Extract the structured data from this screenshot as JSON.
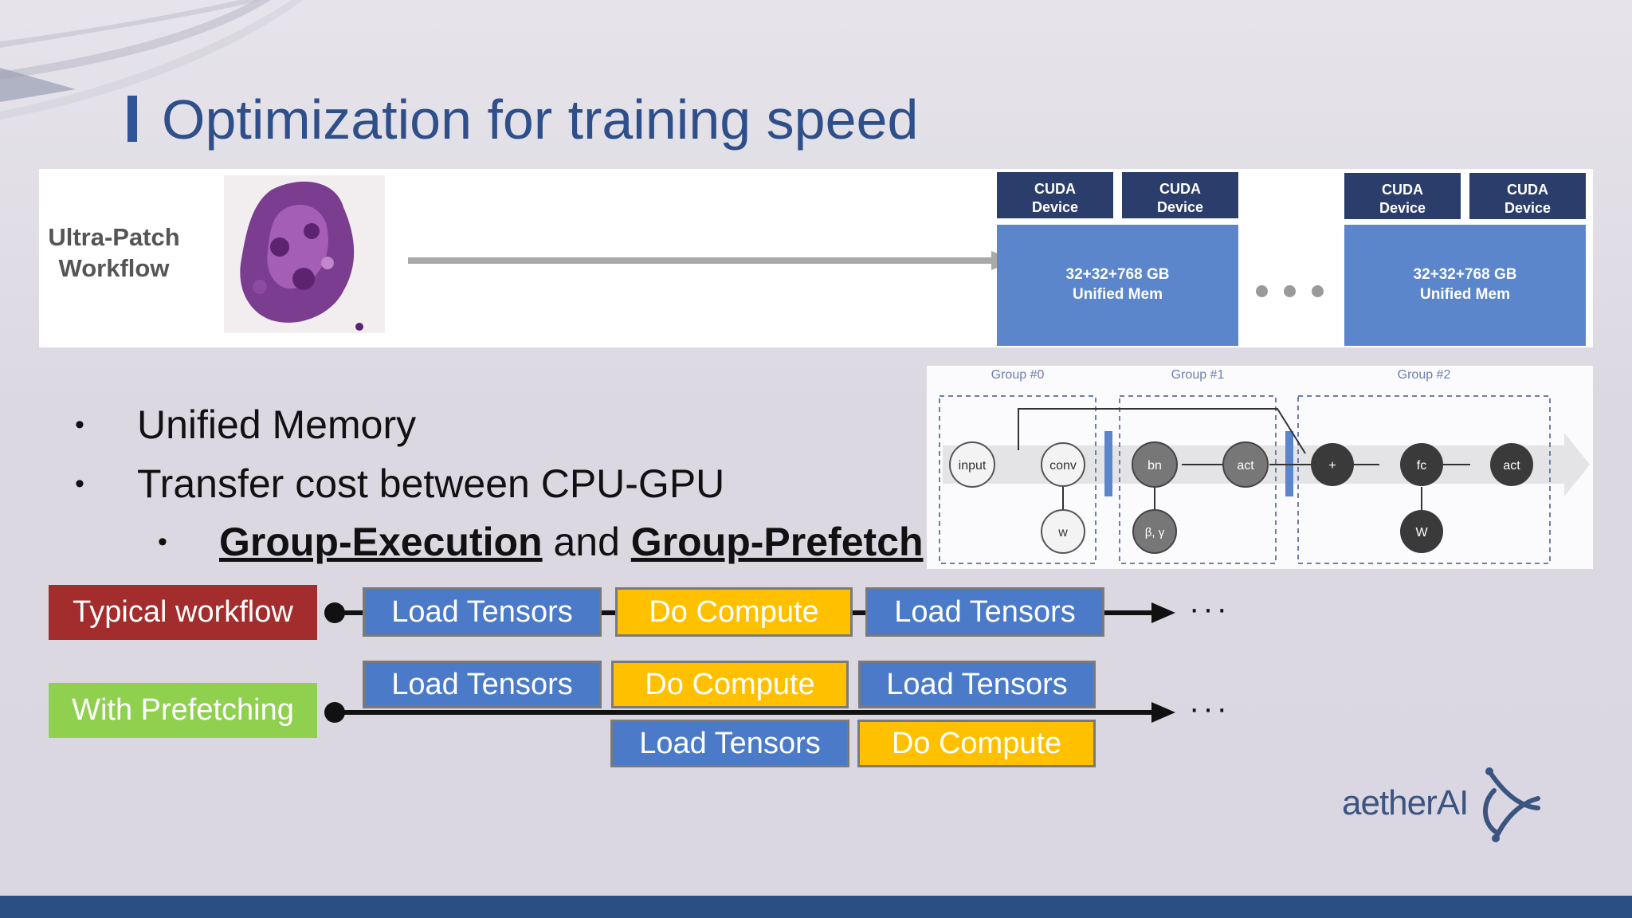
{
  "title": "Optimization for training speed",
  "top_panel": {
    "workflow_label": "Ultra-Patch\nWorkflow",
    "groups": [
      {
        "cuda": [
          "CUDA\nDevice",
          "CUDA\nDevice"
        ],
        "memory": "32+32+768 GB\nUnified Mem"
      },
      {
        "cuda": [
          "CUDA\nDevice",
          "CUDA\nDevice"
        ],
        "memory": "32+32+768 GB\nUnified Mem"
      }
    ]
  },
  "bullets": {
    "b1": "Unified Memory",
    "b2": "Transfer cost between CPU-GPU",
    "sub_part1": "Group-Execution",
    "sub_and": " and ",
    "sub_part2": "Group-Prefetch"
  },
  "graph": {
    "groups": [
      "Group #0",
      "Group #1",
      "Group #2"
    ],
    "nodes": {
      "input": "input",
      "conv": "conv",
      "w1": "w",
      "bn": "bn",
      "bv": "β, γ",
      "act1": "act",
      "plus": "+",
      "fc": "fc",
      "w2": "W",
      "act2": "act"
    }
  },
  "workflow": {
    "typical_label": "Typical workflow",
    "prefetch_label": "With Prefetching",
    "load": "Load Tensors",
    "compute": "Do Compute",
    "ellipsis": "···"
  },
  "colors": {
    "typical_tag": "#a32c2c",
    "prefetch_tag": "#8fd14f",
    "load_box": "#4a7ac8",
    "compute_box": "#ffc000",
    "cuda": "#2b3e6b",
    "unified_mem": "#5b86cc",
    "title": "#2f4f8a"
  },
  "logo": "aetherAI"
}
